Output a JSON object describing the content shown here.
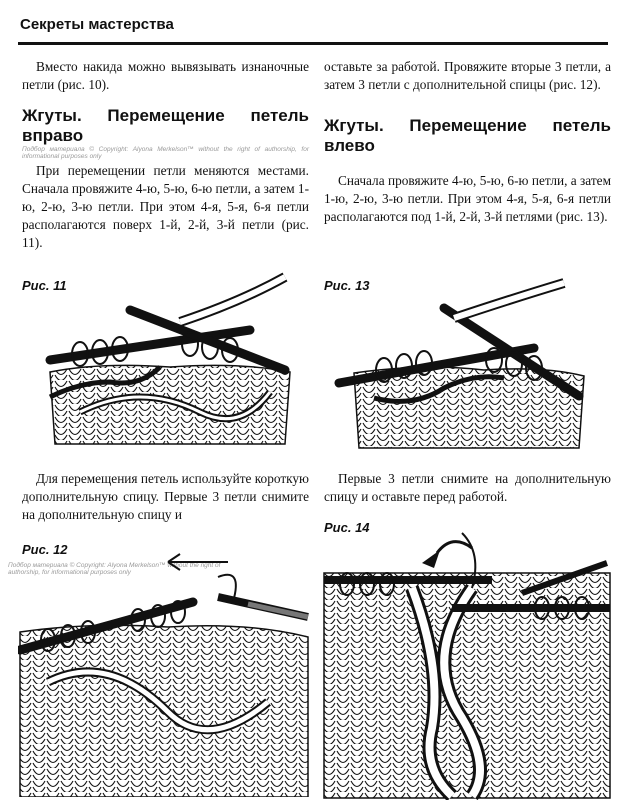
{
  "header": {
    "title": "Секреты мастерства"
  },
  "left": {
    "p1": "Вместо накида можно вывязывать изнаночные петли (рис. 10).",
    "h_right": "Жгуты. Перемещение петель вправо",
    "watermark1": "Подбор материала © Copyright: Alyona Merkelson™ without the right of authorship, for informational purposes only",
    "p2": "При перемещении петли меняются местами. Сначала провяжите 4-ю, 5-ю, 6-ю петли, а затем 1-ю, 2-ю, 3-ю петли. При этом 4-я, 5-я, 6-я петли располагаются поверх 1-й, 2-й, 3-й петли (рис. 11).",
    "fig11": "Рис. 11",
    "p3": "Для перемещения петель используйте короткую дополнительную спицу. Первые 3 петли снимите на дополнительную спицу и",
    "fig12": "Рис. 12",
    "watermark2": "Подбор материала © Copyright: Alyona Merkelson™ without the right of authorship, for informational purposes only"
  },
  "right": {
    "p1": "оставьте за работой. Провяжите вторые 3 петли, а затем 3 петли с дополнительной спицы (рис. 12).",
    "h_left": "Жгуты. Перемещение петель влево",
    "p2": "Сначала провяжите 4-ю, 5-ю, 6-ю петли, а затем 1-ю, 2-ю, 3-ю петли. При этом 4-я, 5-я, 6-я петли располагаются под 1-й, 2-й, 3-й петлями (рис. 13).",
    "fig13": "Рис. 13",
    "p3": "Первые 3 петли снимите на дополнительную спицу и оставьте перед работой.",
    "fig14": "Рис. 14"
  }
}
